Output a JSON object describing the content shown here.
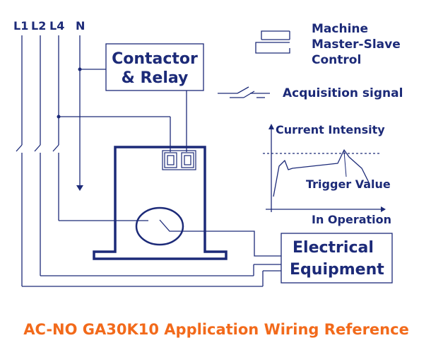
{
  "colors": {
    "ink": "#1c2a78",
    "title": "#f26a1b",
    "background": "#ffffff"
  },
  "phases": {
    "l1": "L1",
    "l2": "L2",
    "l4": "L4",
    "n": "N"
  },
  "boxes": {
    "contactor_line1": "Contactor",
    "contactor_line2": "& Relay",
    "equipment_line1": "Electrical",
    "equipment_line2": "Equipment"
  },
  "legend": {
    "master_slave_line1": "Machine",
    "master_slave_line2": "Master-Slave",
    "master_slave_line3": "Control",
    "master_slave_icon": "master-slave-symbol",
    "acquisition": "Acquisition signal",
    "acquisition_icon": "switch-symbol"
  },
  "graph": {
    "y_label": "Current Intensity",
    "x_label": "In Operation",
    "annotation": "Trigger Value"
  },
  "footer": {
    "title": "AC-NO GA30K10 Application Wiring Reference"
  }
}
